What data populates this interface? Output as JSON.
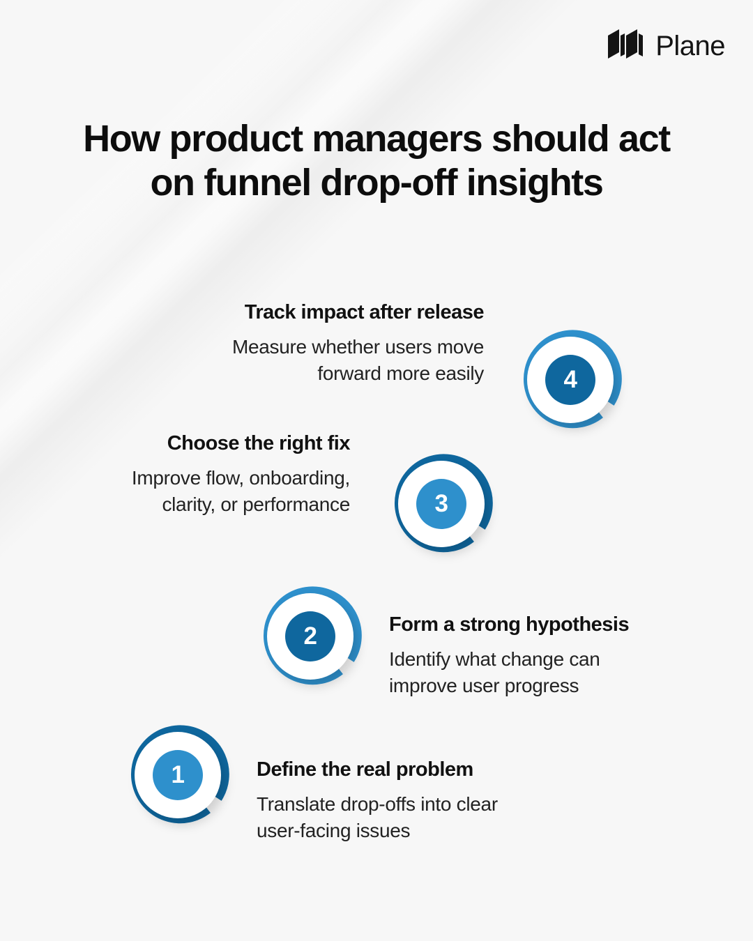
{
  "brand": {
    "logo_icon": "plane-logo-mark",
    "name": "Plane"
  },
  "title": "How product managers should act on funnel drop-off insights",
  "colors": {
    "background": "#f7f7f7",
    "accent_light": "#2e90cc",
    "accent_dark": "#0f679e",
    "title_text": "#0d0d0d",
    "body_text": "#222222"
  },
  "steps": [
    {
      "number": "1",
      "heading": "Define the real problem",
      "description": "Translate drop-offs into clear\nuser-facing issues",
      "ring_color": "#0f679e",
      "pill_color": "#2e90cc",
      "text_side": "right"
    },
    {
      "number": "2",
      "heading": "Form a strong hypothesis",
      "description": "Identify what change can\nimprove user progress",
      "ring_color": "#2e90cc",
      "pill_color": "#0f679e",
      "text_side": "right"
    },
    {
      "number": "3",
      "heading": "Choose the right fix",
      "description": "Improve flow, onboarding,\nclarity, or performance",
      "ring_color": "#0f679e",
      "pill_color": "#2e90cc",
      "text_side": "left"
    },
    {
      "number": "4",
      "heading": "Track impact after release",
      "description": "Measure whether users move\nforward more easily",
      "ring_color": "#2e90cc",
      "pill_color": "#0f679e",
      "text_side": "left"
    }
  ]
}
